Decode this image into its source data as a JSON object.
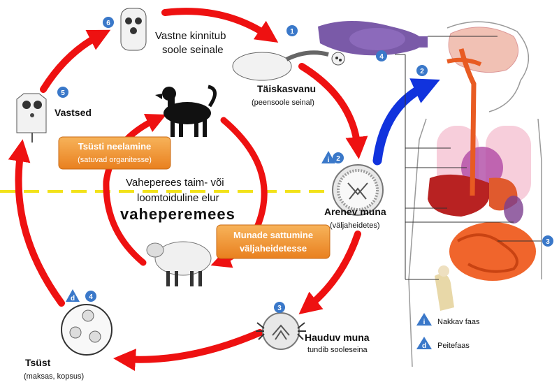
{
  "stages": {
    "s1": {
      "num": "1",
      "title": "Täiskasvanu",
      "sub": "(peensoole seinal)"
    },
    "s2": {
      "num": "2",
      "title": "Arenev muna",
      "sub": "(väljaheidetes)"
    },
    "s3": {
      "num": "3",
      "title": "Hauduv muna",
      "sub": "tundib sooleseina"
    },
    "s4": {
      "num": "4",
      "title": "Tsüst",
      "sub": "(maksas, kopsus)"
    },
    "s5": {
      "num": "5",
      "title": "Vastsed"
    },
    "s6": {
      "num": "6",
      "line1": "Vastne kinnitub",
      "line2": "soole seinale"
    }
  },
  "center": {
    "line1": "Vaheperees taim- või",
    "line2": "loomtoiduline elur",
    "big": "vaheperemees"
  },
  "boxes": {
    "ingest": {
      "line1": "Tsüsti neelamine",
      "line2": "(satuvad organitesse)"
    },
    "eggs": {
      "line1": "Munade sattumine",
      "line2": "väljaheidetesse"
    }
  },
  "human": {
    "n2": "2",
    "n3": "3",
    "n4": "4"
  },
  "legend": {
    "i_symbol": "i",
    "i_label": "Nakkav faas",
    "d_symbol": "d",
    "d_label": "Peitefaas"
  },
  "colors": {
    "arrow_red": "#ee1111",
    "arrow_blue": "#1133dd",
    "badge": "#3a78c9",
    "box": "#f39a3a",
    "dash": "#f2e21a"
  }
}
